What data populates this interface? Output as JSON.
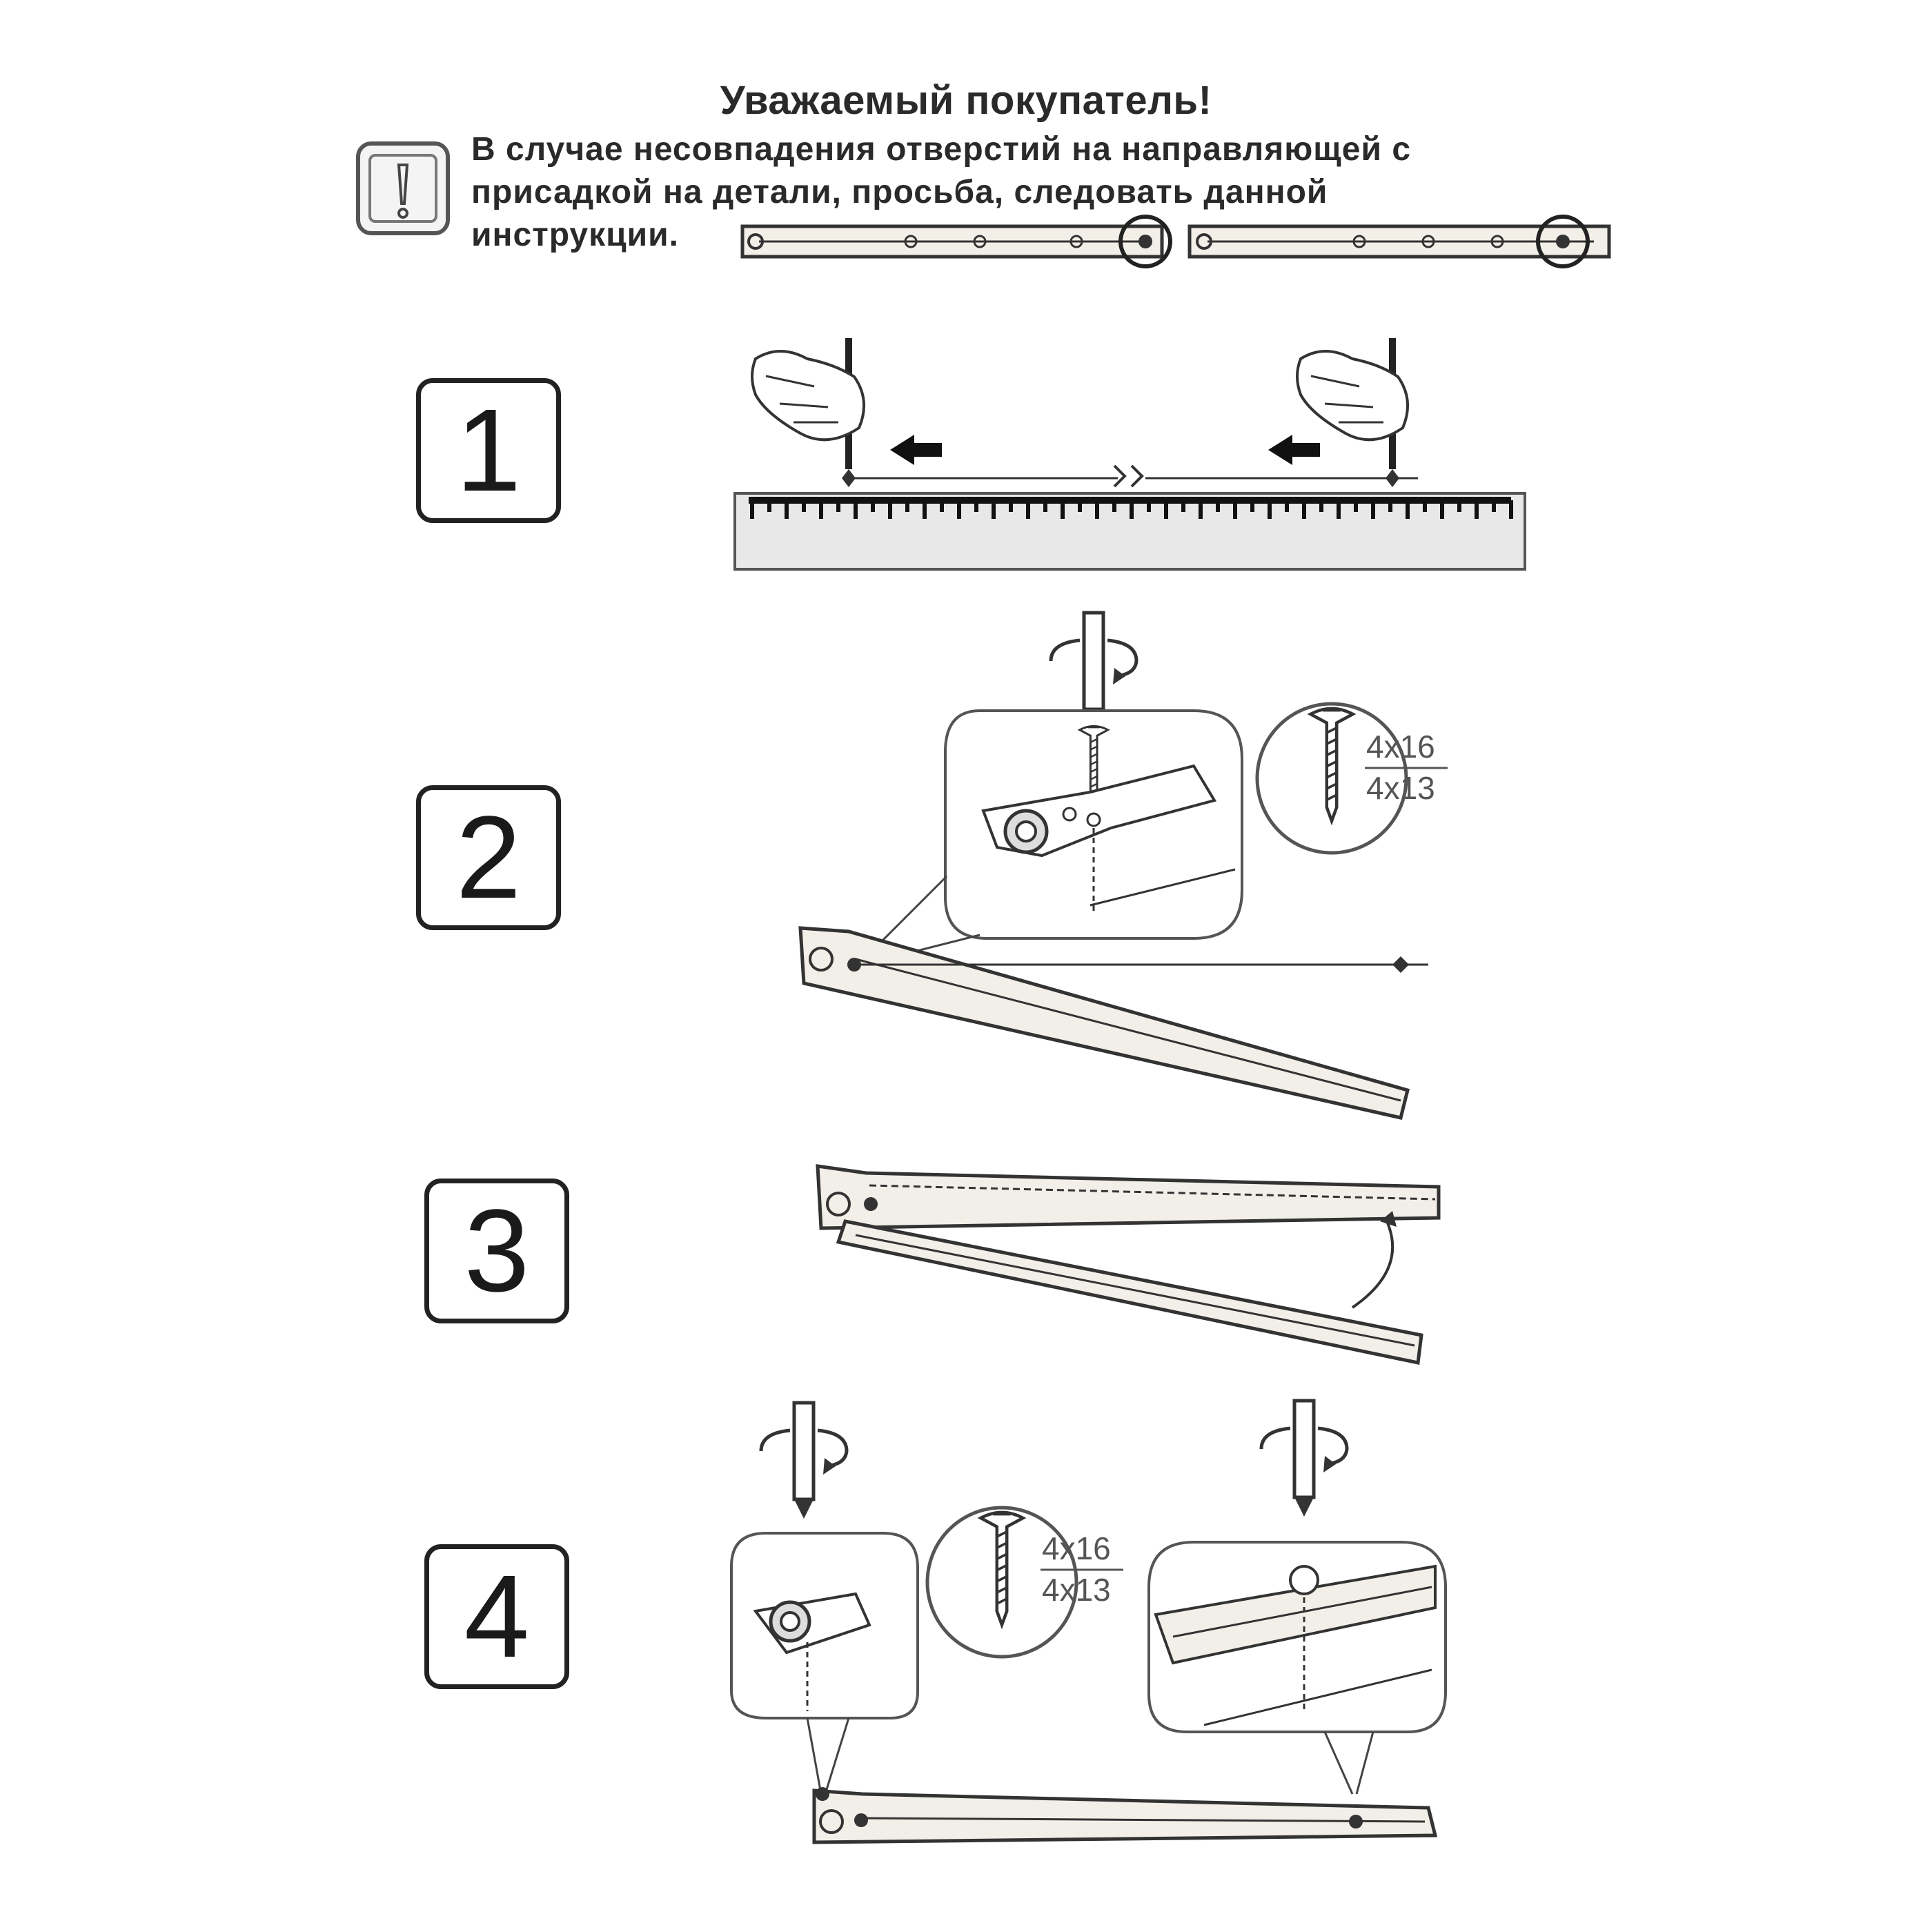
{
  "header": {
    "title": "Уважаемый покупатель!",
    "notice_lines": [
      "В случае несовпадения отверстий на направляющей с",
      "присадкой на детали, просьба, следовать данной",
      "инструкции."
    ]
  },
  "steps": [
    {
      "number": "1"
    },
    {
      "number": "2"
    },
    {
      "number": "3"
    },
    {
      "number": "4"
    }
  ],
  "screw_spec": {
    "top": "4x16",
    "bottom": "4x13"
  },
  "icons": [
    "warning-icon",
    "hand-pencil-icon",
    "arrow-left-icon",
    "screwdriver-icon",
    "rotate-icon",
    "screw-icon",
    "drawer-rail-icon"
  ],
  "colors": {
    "line": "#2a2a2a",
    "panel": "#e8e8e8",
    "rail": "#f2efe8"
  }
}
